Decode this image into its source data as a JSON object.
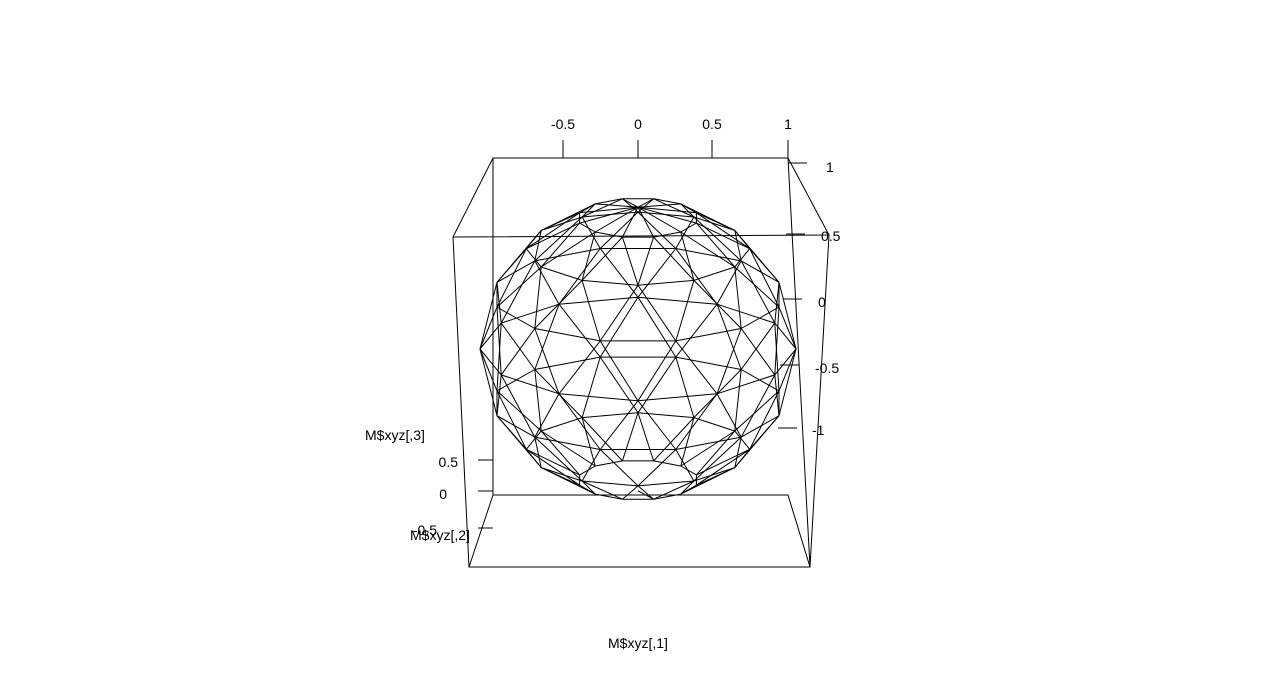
{
  "chart_data": {
    "type": "scatter",
    "subtype": "3d-wireframe-sphere",
    "xlabel": "M$xyz[,1]",
    "ylabel": "M$xyz[,2]",
    "zlabel": "M$xyz[,3]",
    "x_ticks": [
      "-0.5",
      "0",
      "0.5",
      "1"
    ],
    "right_ticks": [
      "1",
      "0.5",
      "0",
      "-0.5",
      "-1"
    ],
    "left_ticks": [
      "0.5",
      "0",
      "-0.5"
    ],
    "xlim": [
      -1,
      1
    ],
    "ylim": [
      -1,
      1
    ],
    "zlim": [
      -1,
      1
    ],
    "mesh_rings": 8,
    "mesh_segments": 12,
    "grid": false,
    "color": "#000000"
  }
}
